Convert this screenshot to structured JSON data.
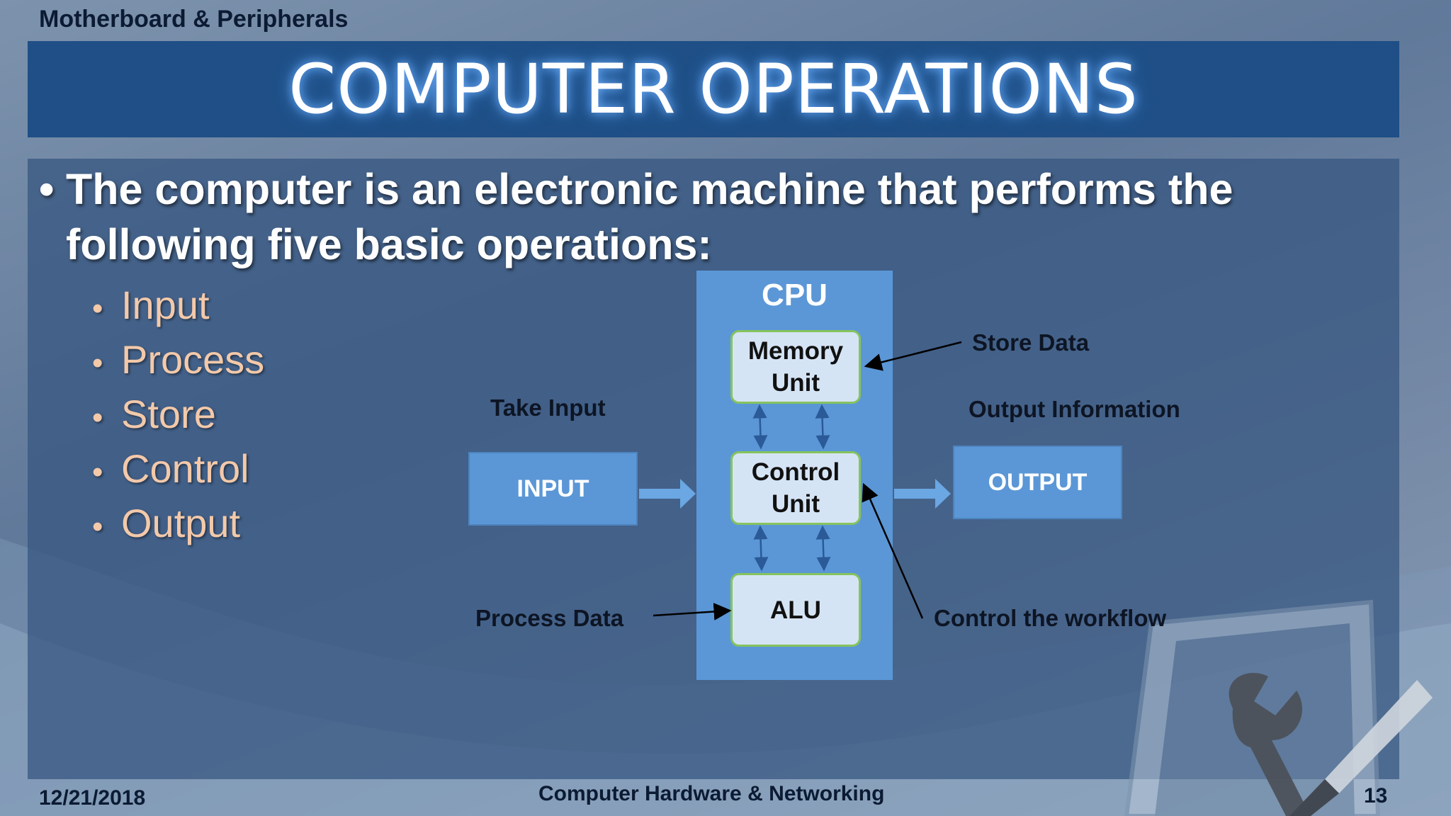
{
  "header": {
    "topic": "Motherboard & Peripherals",
    "title": "COMPUTER OPERATIONS"
  },
  "lead": {
    "line1": "The  computer  is an  electronic machine that performs the",
    "line2": "following five basic operations:"
  },
  "operations": [
    "Input",
    "Process",
    "Store",
    "Control",
    "Output"
  ],
  "diagram": {
    "cpu_label": "CPU",
    "memory_unit": [
      "Memory",
      "Unit"
    ],
    "control_unit": [
      "Control",
      "Unit"
    ],
    "alu": "ALU",
    "input_box": "INPUT",
    "output_box": "OUTPUT",
    "labels": {
      "take_input": "Take Input",
      "store_data": "Store Data",
      "output_information": "Output Information",
      "process_data": "Process Data",
      "control_workflow": "Control the workflow"
    }
  },
  "footer": {
    "date": "12/21/2018",
    "course": "Computer Hardware & Networking",
    "page": "13"
  },
  "colors": {
    "title_bar": "#1f4f86",
    "cpu_fill": "#5b97d6",
    "unit_fill": "#d5e4f5",
    "unit_border": "#86c35d",
    "bullet_text": "#f3c9aa"
  },
  "icons": [
    "tools-icon"
  ]
}
